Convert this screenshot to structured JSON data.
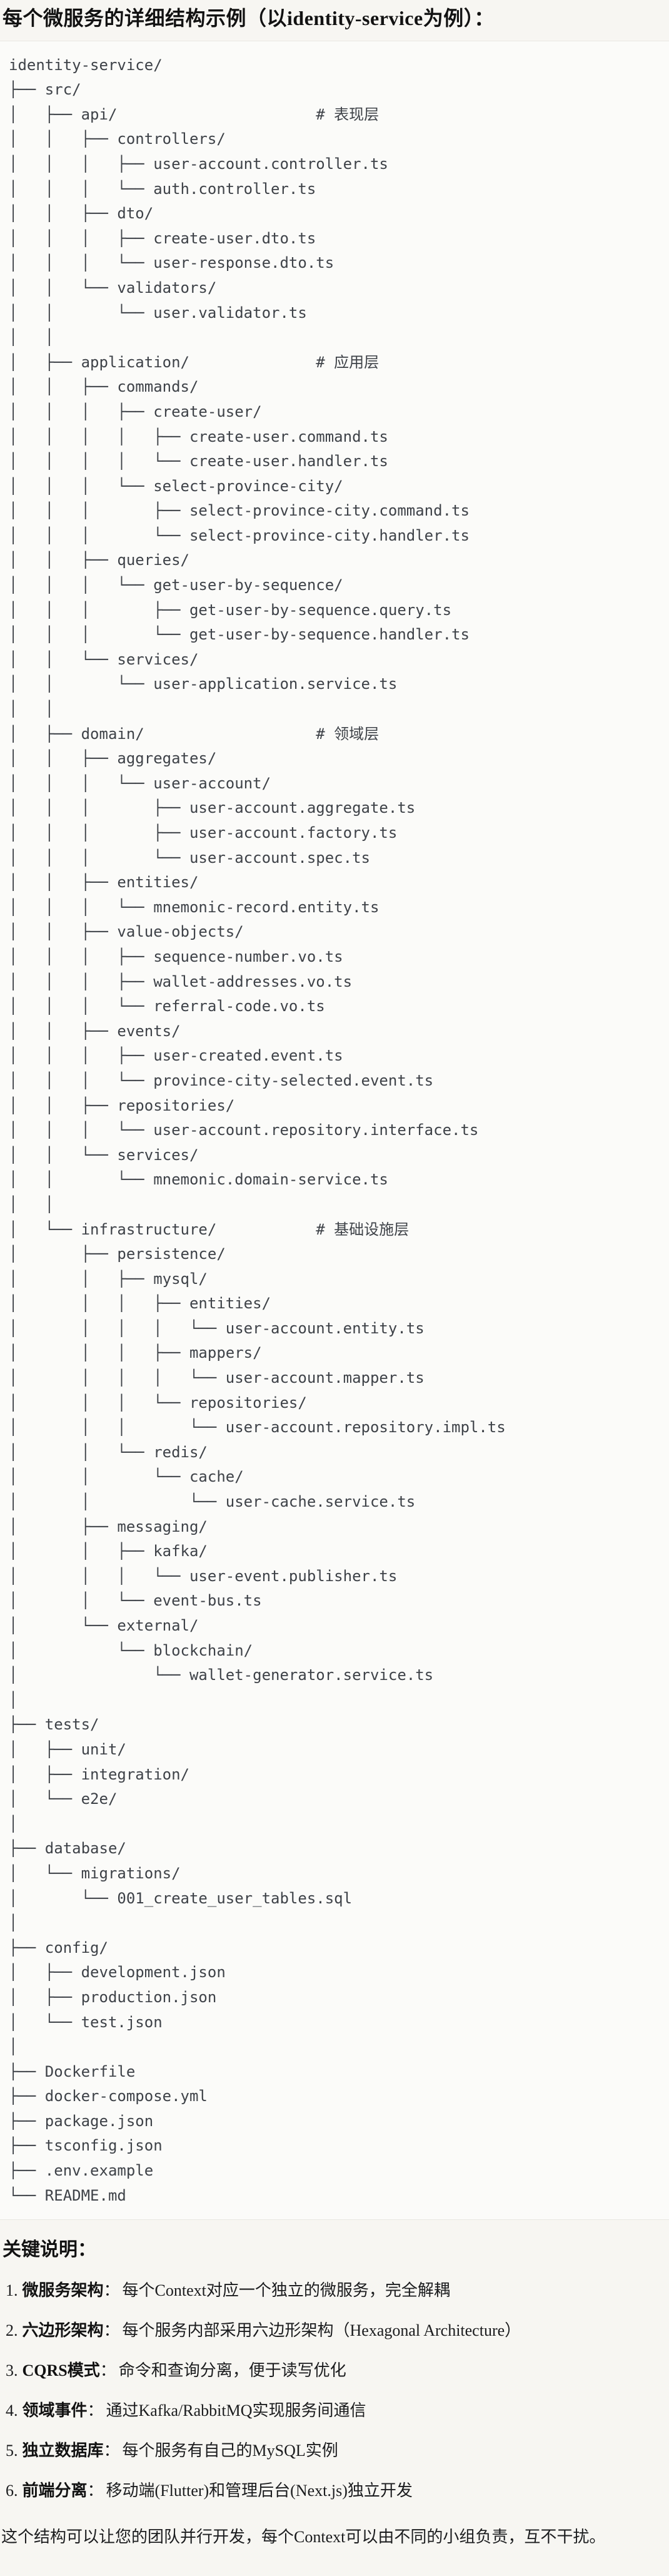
{
  "page": {
    "title": "每个微服务的详细结构示例（以identity-service为例）："
  },
  "tree": {
    "lines": [
      "identity-service/",
      "├── src/",
      "│   ├── api/                      # 表现层",
      "│   │   ├── controllers/",
      "│   │   │   ├── user-account.controller.ts",
      "│   │   │   └── auth.controller.ts",
      "│   │   ├── dto/",
      "│   │   │   ├── create-user.dto.ts",
      "│   │   │   └── user-response.dto.ts",
      "│   │   └── validators/",
      "│   │       └── user.validator.ts",
      "│   │",
      "│   ├── application/              # 应用层",
      "│   │   ├── commands/",
      "│   │   │   ├── create-user/",
      "│   │   │   │   ├── create-user.command.ts",
      "│   │   │   │   └── create-user.handler.ts",
      "│   │   │   └── select-province-city/",
      "│   │   │       ├── select-province-city.command.ts",
      "│   │   │       └── select-province-city.handler.ts",
      "│   │   ├── queries/",
      "│   │   │   └── get-user-by-sequence/",
      "│   │   │       ├── get-user-by-sequence.query.ts",
      "│   │   │       └── get-user-by-sequence.handler.ts",
      "│   │   └── services/",
      "│   │       └── user-application.service.ts",
      "│   │",
      "│   ├── domain/                   # 领域层",
      "│   │   ├── aggregates/",
      "│   │   │   └── user-account/",
      "│   │   │       ├── user-account.aggregate.ts",
      "│   │   │       ├── user-account.factory.ts",
      "│   │   │       └── user-account.spec.ts",
      "│   │   ├── entities/",
      "│   │   │   └── mnemonic-record.entity.ts",
      "│   │   ├── value-objects/",
      "│   │   │   ├── sequence-number.vo.ts",
      "│   │   │   ├── wallet-addresses.vo.ts",
      "│   │   │   └── referral-code.vo.ts",
      "│   │   ├── events/",
      "│   │   │   ├── user-created.event.ts",
      "│   │   │   └── province-city-selected.event.ts",
      "│   │   ├── repositories/",
      "│   │   │   └── user-account.repository.interface.ts",
      "│   │   └── services/",
      "│   │       └── mnemonic.domain-service.ts",
      "│   │",
      "│   └── infrastructure/           # 基础设施层",
      "│       ├── persistence/",
      "│       │   ├── mysql/",
      "│       │   │   ├── entities/",
      "│       │   │   │   └── user-account.entity.ts",
      "│       │   │   ├── mappers/",
      "│       │   │   │   └── user-account.mapper.ts",
      "│       │   │   └── repositories/",
      "│       │   │       └── user-account.repository.impl.ts",
      "│       │   └── redis/",
      "│       │       └── cache/",
      "│       │           └── user-cache.service.ts",
      "│       ├── messaging/",
      "│       │   ├── kafka/",
      "│       │   │   └── user-event.publisher.ts",
      "│       │   └── event-bus.ts",
      "│       └── external/",
      "│           └── blockchain/",
      "│               └── wallet-generator.service.ts",
      "│",
      "├── tests/",
      "│   ├── unit/",
      "│   ├── integration/",
      "│   └── e2e/",
      "│",
      "├── database/",
      "│   └── migrations/",
      "│       └── 001_create_user_tables.sql",
      "│",
      "├── config/",
      "│   ├── development.json",
      "│   ├── production.json",
      "│   └── test.json",
      "│",
      "├── Dockerfile",
      "├── docker-compose.yml",
      "├── package.json",
      "├── tsconfig.json",
      "├── .env.example",
      "└── README.md"
    ]
  },
  "notes": {
    "heading": "关键说明：",
    "items": [
      {
        "num": "1.",
        "term": "微服务架构",
        "colon": "：",
        "desc": "每个Context对应一个独立的微服务，完全解耦"
      },
      {
        "num": "2.",
        "term": "六边形架构",
        "colon": "：",
        "desc": "每个服务内部采用六边形架构（Hexagonal Architecture）"
      },
      {
        "num": "3.",
        "term": "CQRS模式",
        "colon": "：",
        "desc": "命令和查询分离，便于读写优化"
      },
      {
        "num": "4.",
        "term": "领域事件",
        "colon": "：",
        "desc": "通过Kafka/RabbitMQ实现服务间通信"
      },
      {
        "num": "5.",
        "term": "独立数据库",
        "colon": "：",
        "desc": "每个服务有自己的MySQL实例"
      },
      {
        "num": "6.",
        "term": "前端分离",
        "colon": "：",
        "desc": "移动端(Flutter)和管理后台(Next.js)独立开发"
      }
    ],
    "footer": "这个结构可以让您的团队并行开发，每个Context可以由不同的小组负责，互不干扰。"
  },
  "colors": {
    "page_background": "#f7f6f2",
    "code_background": "#fbfbf9",
    "code_border": "#e9e7e2",
    "code_text": "#3e4248",
    "body_text": "#1b1c1e"
  }
}
